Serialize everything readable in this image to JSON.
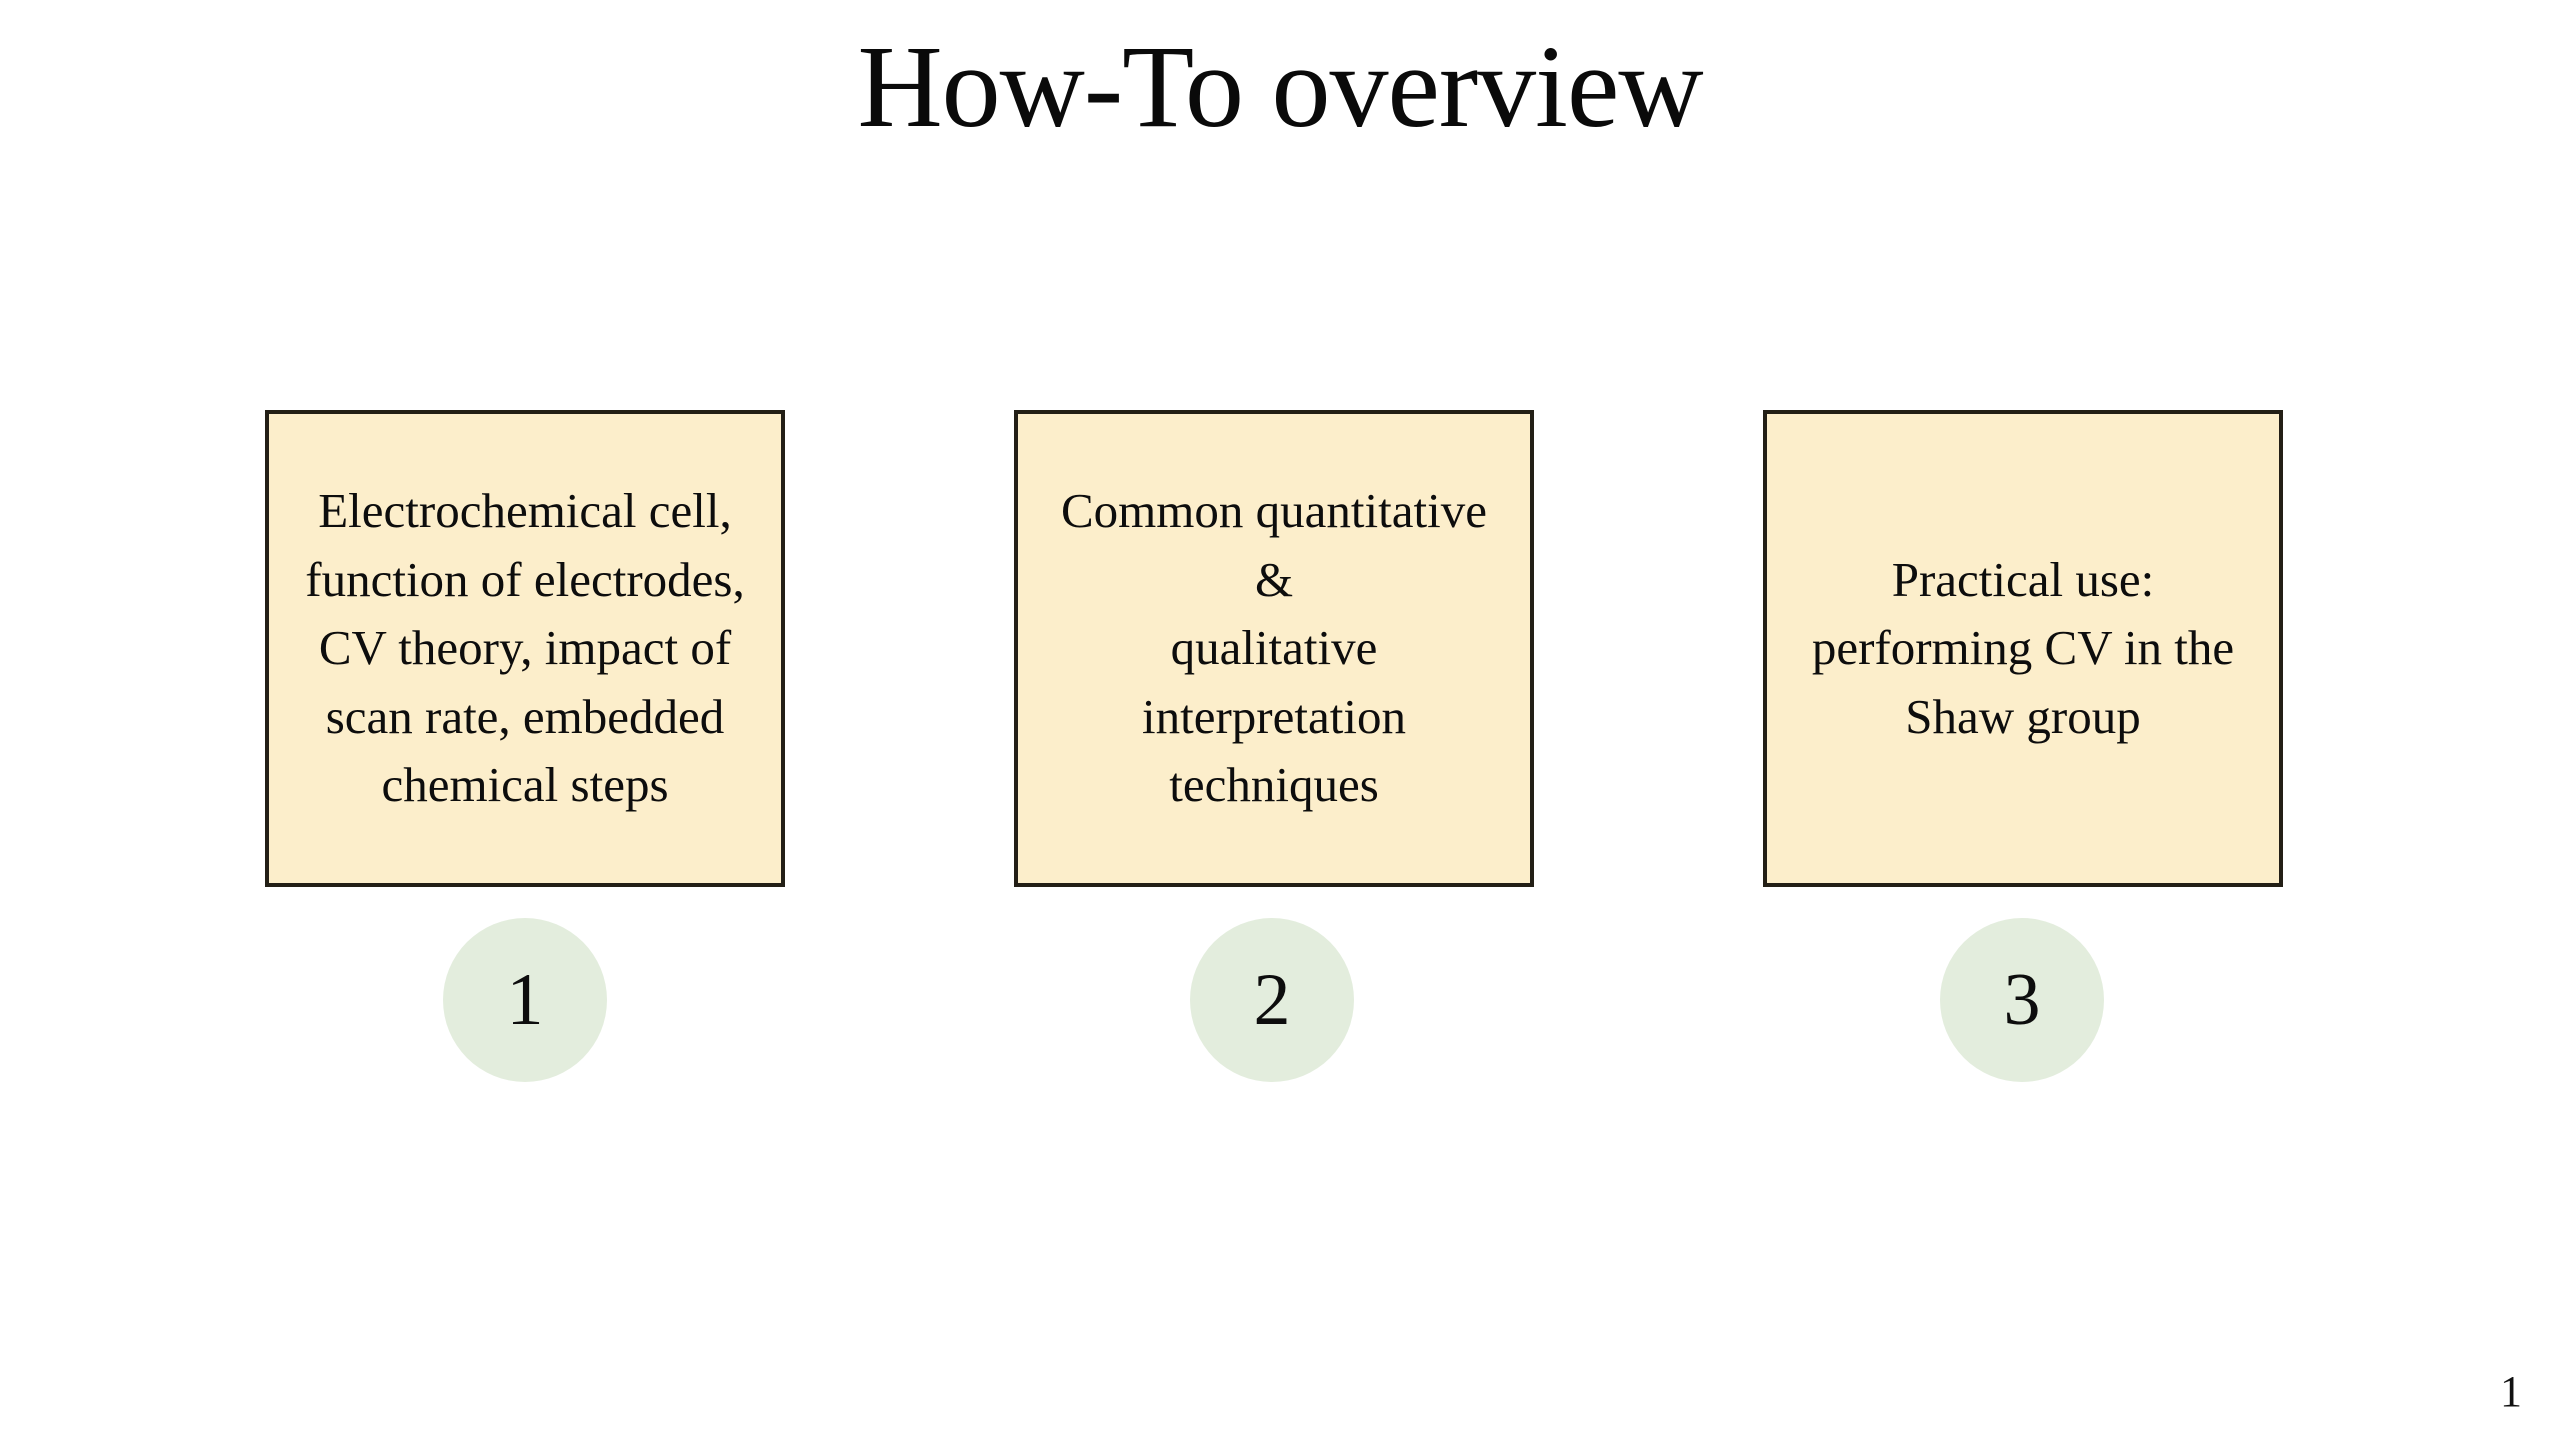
{
  "slide": {
    "title": "How-To overview",
    "page_number": "1",
    "background_color": "#ffffff",
    "box_fill_color": "#fceecb",
    "box_border_color": "#231f16",
    "badge_fill_color": "#e3eddd",
    "text_color": "#0d0d0d"
  },
  "steps": [
    {
      "number": "1",
      "text": "Electrochemical cell,\nfunction of electrodes,\nCV theory, impact of\nscan rate, embedded\nchemical steps"
    },
    {
      "number": "2",
      "text": "Common quantitative &\nqualitative interpretation\ntechniques"
    },
    {
      "number": "3",
      "text": "Practical use:\nperforming CV in the\nShaw group"
    }
  ]
}
